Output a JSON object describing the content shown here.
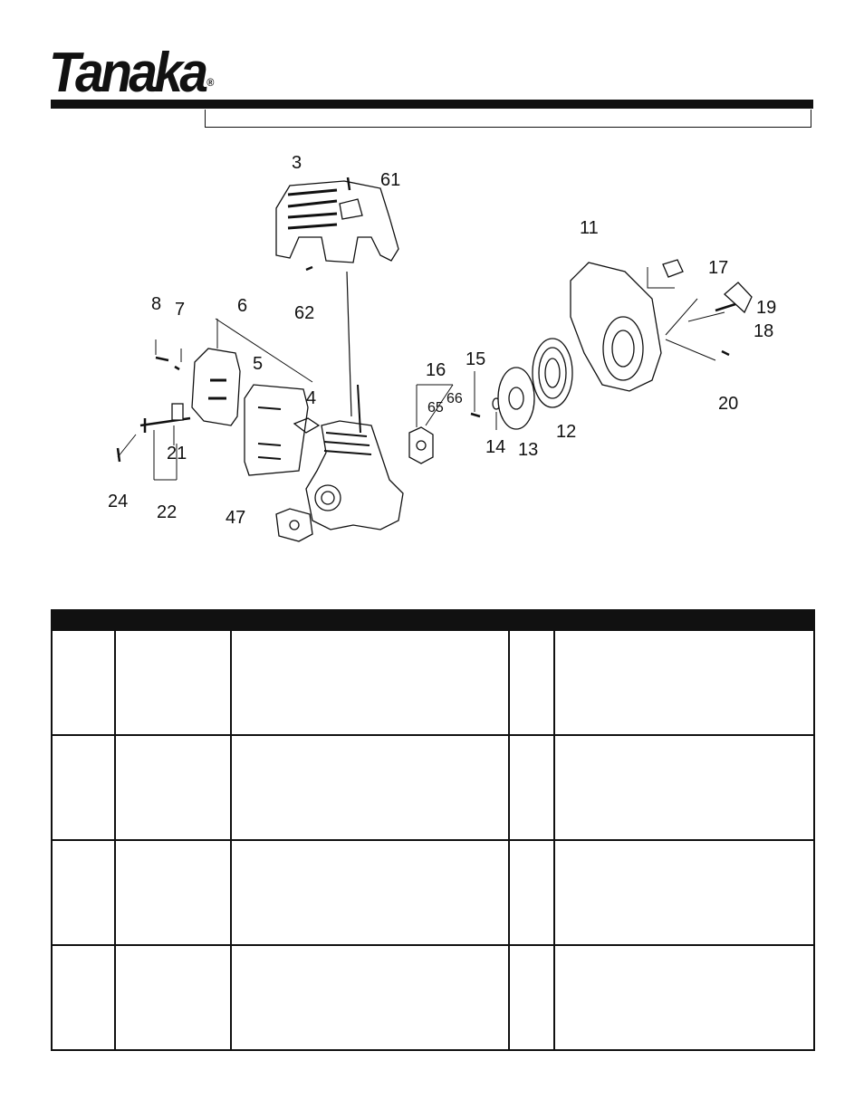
{
  "header": {
    "logo_text": "Tanaka",
    "logo_mark": "®"
  },
  "diagram": {
    "callouts": [
      "3",
      "61",
      "62",
      "11",
      "17",
      "19",
      "18",
      "20",
      "8",
      "7",
      "6",
      "5",
      "4",
      "16",
      "15",
      "65",
      "66",
      "14",
      "13",
      "12",
      "21",
      "22",
      "24",
      "47"
    ]
  },
  "parts_table": {
    "columns": 5,
    "rows": 4
  }
}
